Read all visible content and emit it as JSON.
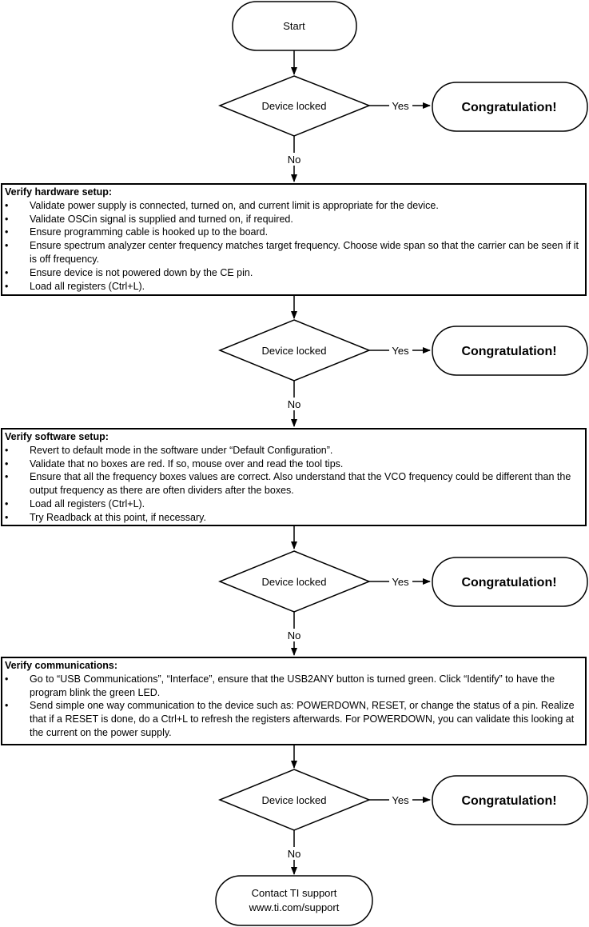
{
  "flow": {
    "start": "Start",
    "decisions": [
      {
        "label": "Device locked",
        "yes": "Yes",
        "no": "No",
        "result": "Congratulation!"
      },
      {
        "label": "Device locked",
        "yes": "Yes",
        "no": "No",
        "result": "Congratulation!"
      },
      {
        "label": "Device locked",
        "yes": "Yes",
        "no": "No",
        "result": "Congratulation!"
      },
      {
        "label": "Device locked",
        "yes": "Yes",
        "no": "No",
        "result": "Congratulation!"
      }
    ],
    "steps": [
      {
        "title": "Verify hardware setup:",
        "items": [
          "Validate power supply is connected, turned on, and current limit is appropriate for the device.",
          "Validate OSCin signal is supplied and turned on, if required.",
          "Ensure programming cable is hooked up to the board.",
          "Ensure spectrum analyzer center frequency matches target frequency. Choose wide span so that the carrier can be seen if it is off frequency.",
          "Ensure device is not powered down by the CE pin.",
          "Load all registers (Ctrl+L)."
        ]
      },
      {
        "title": "Verify software setup:",
        "items": [
          "Revert to default mode in the software under “Default Configuration”.",
          "Validate that no boxes are red. If so, mouse over and read the tool tips.",
          "Ensure that all the frequency boxes values are correct. Also understand that the VCO frequency could be different than the output frequency as there are often dividers after the boxes.",
          "Load all registers (Ctrl+L).",
          "Try Readback at this point, if necessary."
        ]
      },
      {
        "title": "Verify communications:",
        "items": [
          "Go to “USB Communications”, “Interface”, ensure that the USB2ANY button is turned green. Click “Identify” to have the program blink the green LED.",
          "Send simple one way communication to the device such as: POWERDOWN, RESET, or change the status of a pin. Realize that if a RESET is done, do a Ctrl+L to refresh the registers afterwards. For POWERDOWN, you can validate this looking at the current on the power supply."
        ]
      }
    ],
    "end": {
      "line1": "Contact TI support",
      "line2": "www.ti.com/support"
    }
  }
}
